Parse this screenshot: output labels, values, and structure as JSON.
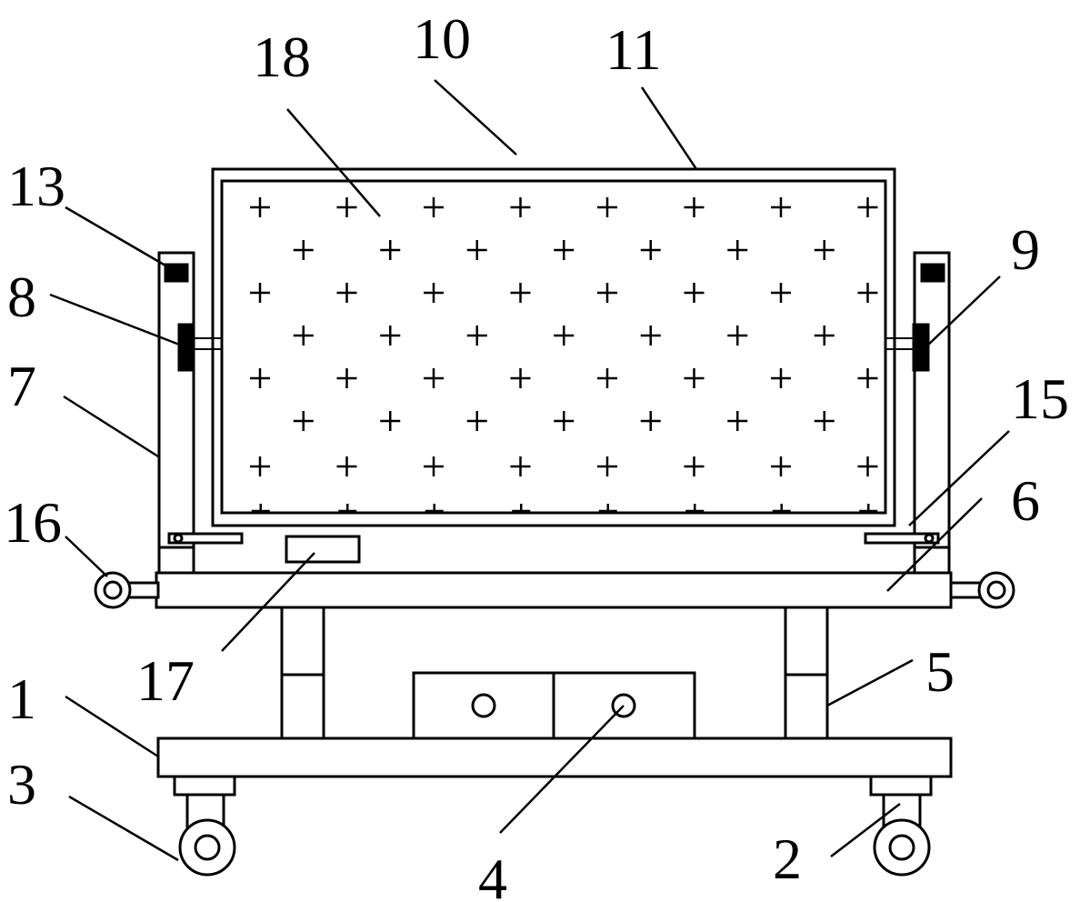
{
  "labels": {
    "l1": "1",
    "l2": "2",
    "l3": "3",
    "l4": "4",
    "l5": "5",
    "l6": "6",
    "l7": "7",
    "l8": "8",
    "l9": "9",
    "l10": "10",
    "l11": "11",
    "l13": "13",
    "l15": "15",
    "l16": "16",
    "l17": "17",
    "l18": "18"
  }
}
